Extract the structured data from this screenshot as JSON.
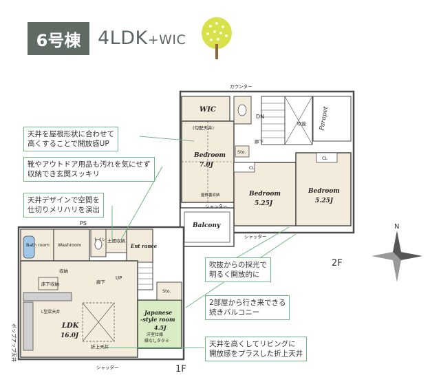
{
  "badge": "6号棟",
  "layout_type": "4LDK",
  "layout_extra": "+WIC",
  "notes": [
    "天井を屋根形状に合わせて",
    "高くすることで開放感UP",
    "靴やアウトドア用品も汚れを気にせず",
    "収納でき玄関スッキリ",
    "天井デザインで空間を",
    "仕切りメリハリを演出",
    "吹抜からの採光で",
    "明るく開放的に",
    "2部屋から行き来できる",
    "続きバルコニー",
    "天井を高くしてリビングに",
    "開放感をプラスした折上天井"
  ],
  "rooms_2f": {
    "wic": "WIC",
    "gradient_ceiling": "(勾配天井)",
    "bedroom1": "Bedroom",
    "bedroom1_size": "7.0J",
    "bedroom2": "Bedroom",
    "bedroom2_size": "5.25J",
    "bedroom3": "Bedroom",
    "bedroom3_size": "5.25J",
    "balcony": "Balcony",
    "parapet": "Parapet",
    "dn": "DN",
    "stairwell": "吹抜",
    "cl": "CL",
    "sto": "Sto.",
    "hall": "廊下",
    "counter": "カウンター",
    "shutter": "シャッター",
    "attic_hatch": "屋根裏収納"
  },
  "rooms_1f": {
    "bath": "Bath room",
    "wash": "Washroom",
    "ldk": "LDK",
    "ldk_size": "16.0J",
    "japanese": "Japanese",
    "japanese2": "-style room",
    "japanese_size": "4.5J",
    "japanese_note1": "洋室仕様",
    "japanese_note2": "縁なしタタミ",
    "entrance": "Ent rance",
    "shoes": "土間収納",
    "up": "UP",
    "ps": "PS",
    "sto": "Sto.",
    "pantry": "床下収納",
    "storage": "収納",
    "hall": "廊下",
    "coved": "折上天井",
    "ldk_ceiling": "L型梁天井",
    "shutter": "シャッター",
    "popup": "ポップアップ天井",
    "wc": "トイレ"
  },
  "floor_2f": "2F",
  "floor_1f": "1F",
  "compass": "N",
  "colors": {
    "badge_bg": "#5f6b63",
    "note_border": "#6fb782",
    "room_fill": "#f3ebdc",
    "japanese_fill": "#d9ecc4",
    "wall": "#4a4a4a"
  }
}
